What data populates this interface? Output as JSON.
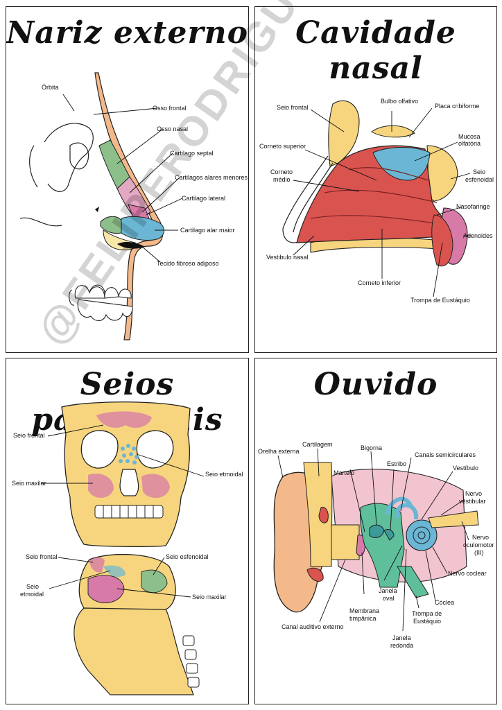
{
  "panels": {
    "nariz": {
      "title": "Nariz externo",
      "labels": {
        "orbita": "Órbita",
        "osso_frontal": "Osso frontal",
        "osso_nasal": "Osso nasal",
        "cartilago_septal": "Cartilago septal",
        "alares_menores": "Cartilagos alares menores",
        "lateral": "Cartilago lateral",
        "alar_maior": "Cartilago alar maior",
        "fibroso": "Tecido fibroso adiposo"
      }
    },
    "cavidade": {
      "title": "Cavidade nasal",
      "labels": {
        "seio_frontal": "Seio frontal",
        "bulbo": "Bulbo olfativo",
        "placa": "Placa cribiforme",
        "corneto_superior": "Corneto superior",
        "mucosa_1": "Mucosa",
        "mucosa_2": "olfatória",
        "corneto_medio_1": "Corneto",
        "corneto_medio_2": "médio",
        "seio_esf_1": "Seio",
        "seio_esf_2": "esfenoidal",
        "nasofaringe": "Nasofaringe",
        "adenoides": "Adenoides",
        "vestibulo": "Vestibulo nasal",
        "corneto_inferior": "Corneto inferior",
        "trompa": "Trompa de Eustáquio"
      }
    },
    "seios": {
      "title": "Seios paranasais",
      "labels": {
        "seio_frontal": "Seio frontal",
        "seio_maxilar": "Seio maxilar",
        "seio_etmoidal": "Seio etmoidal",
        "seio_frontal_2": "Seio frontal",
        "seio_esfenoidal": "Seio esfenoidal",
        "seio_etmoidal_2a": "Seio",
        "seio_etmoidal_2b": "etmoidal",
        "seio_maxilar_2": "Seio maxilar"
      }
    },
    "ouvido": {
      "title": "Ouvido",
      "labels": {
        "orelha_externa": "Orelha externa",
        "cartilagem": "Cartilagem",
        "bigorna": "Bigorna",
        "canais": "Canais semicirculares",
        "martelo": "Martelo",
        "estribo": "Estribo",
        "vestibulo": "Vestíbulo",
        "nervo_vest_1": "Nervo",
        "nervo_vest_2": "vestibular",
        "nervo_ocu_1": "Nervo",
        "nervo_ocu_2": "oculomotor",
        "nervo_ocu_3": "(III)",
        "nervo_coclear": "Nervo coclear",
        "janela_oval_1": "Janela",
        "janela_oval_2": "oval",
        "coclea": "Cóclea",
        "membrana_1": "Membrana",
        "membrana_2": "timpânica",
        "trompa_1": "Trompa de",
        "trompa_2": "Eustáquio",
        "canal": "Canal auditivo externo",
        "janela_red_1": "Janela",
        "janela_red_2": "redonda"
      }
    }
  },
  "watermark": "@FELIPERODRIGUESA.COM",
  "colors": {
    "bone": "#f7d57e",
    "orange_skin": "#f4b98a",
    "pink": "#d77aa8",
    "red": "#d9534f",
    "blue": "#6ab6d4",
    "green": "#8dbf8b",
    "mauve": "#e3a8c2"
  }
}
